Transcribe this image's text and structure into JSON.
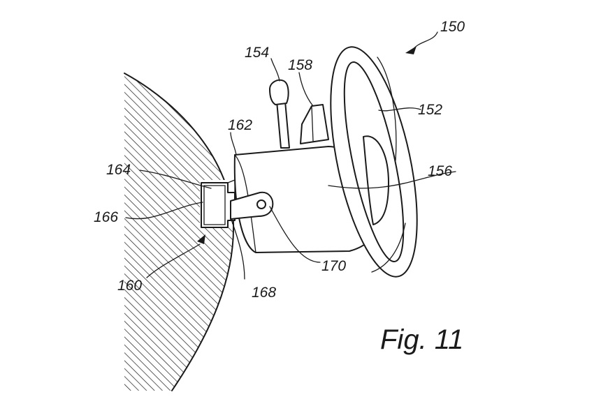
{
  "figure": {
    "caption": "Fig. 11",
    "labels": {
      "l150": "150",
      "l152": "152",
      "l154": "154",
      "l156": "156",
      "l158": "158",
      "l160": "160",
      "l162": "162",
      "l164": "164",
      "l166": "166",
      "l168": "168",
      "l170": "170"
    }
  }
}
